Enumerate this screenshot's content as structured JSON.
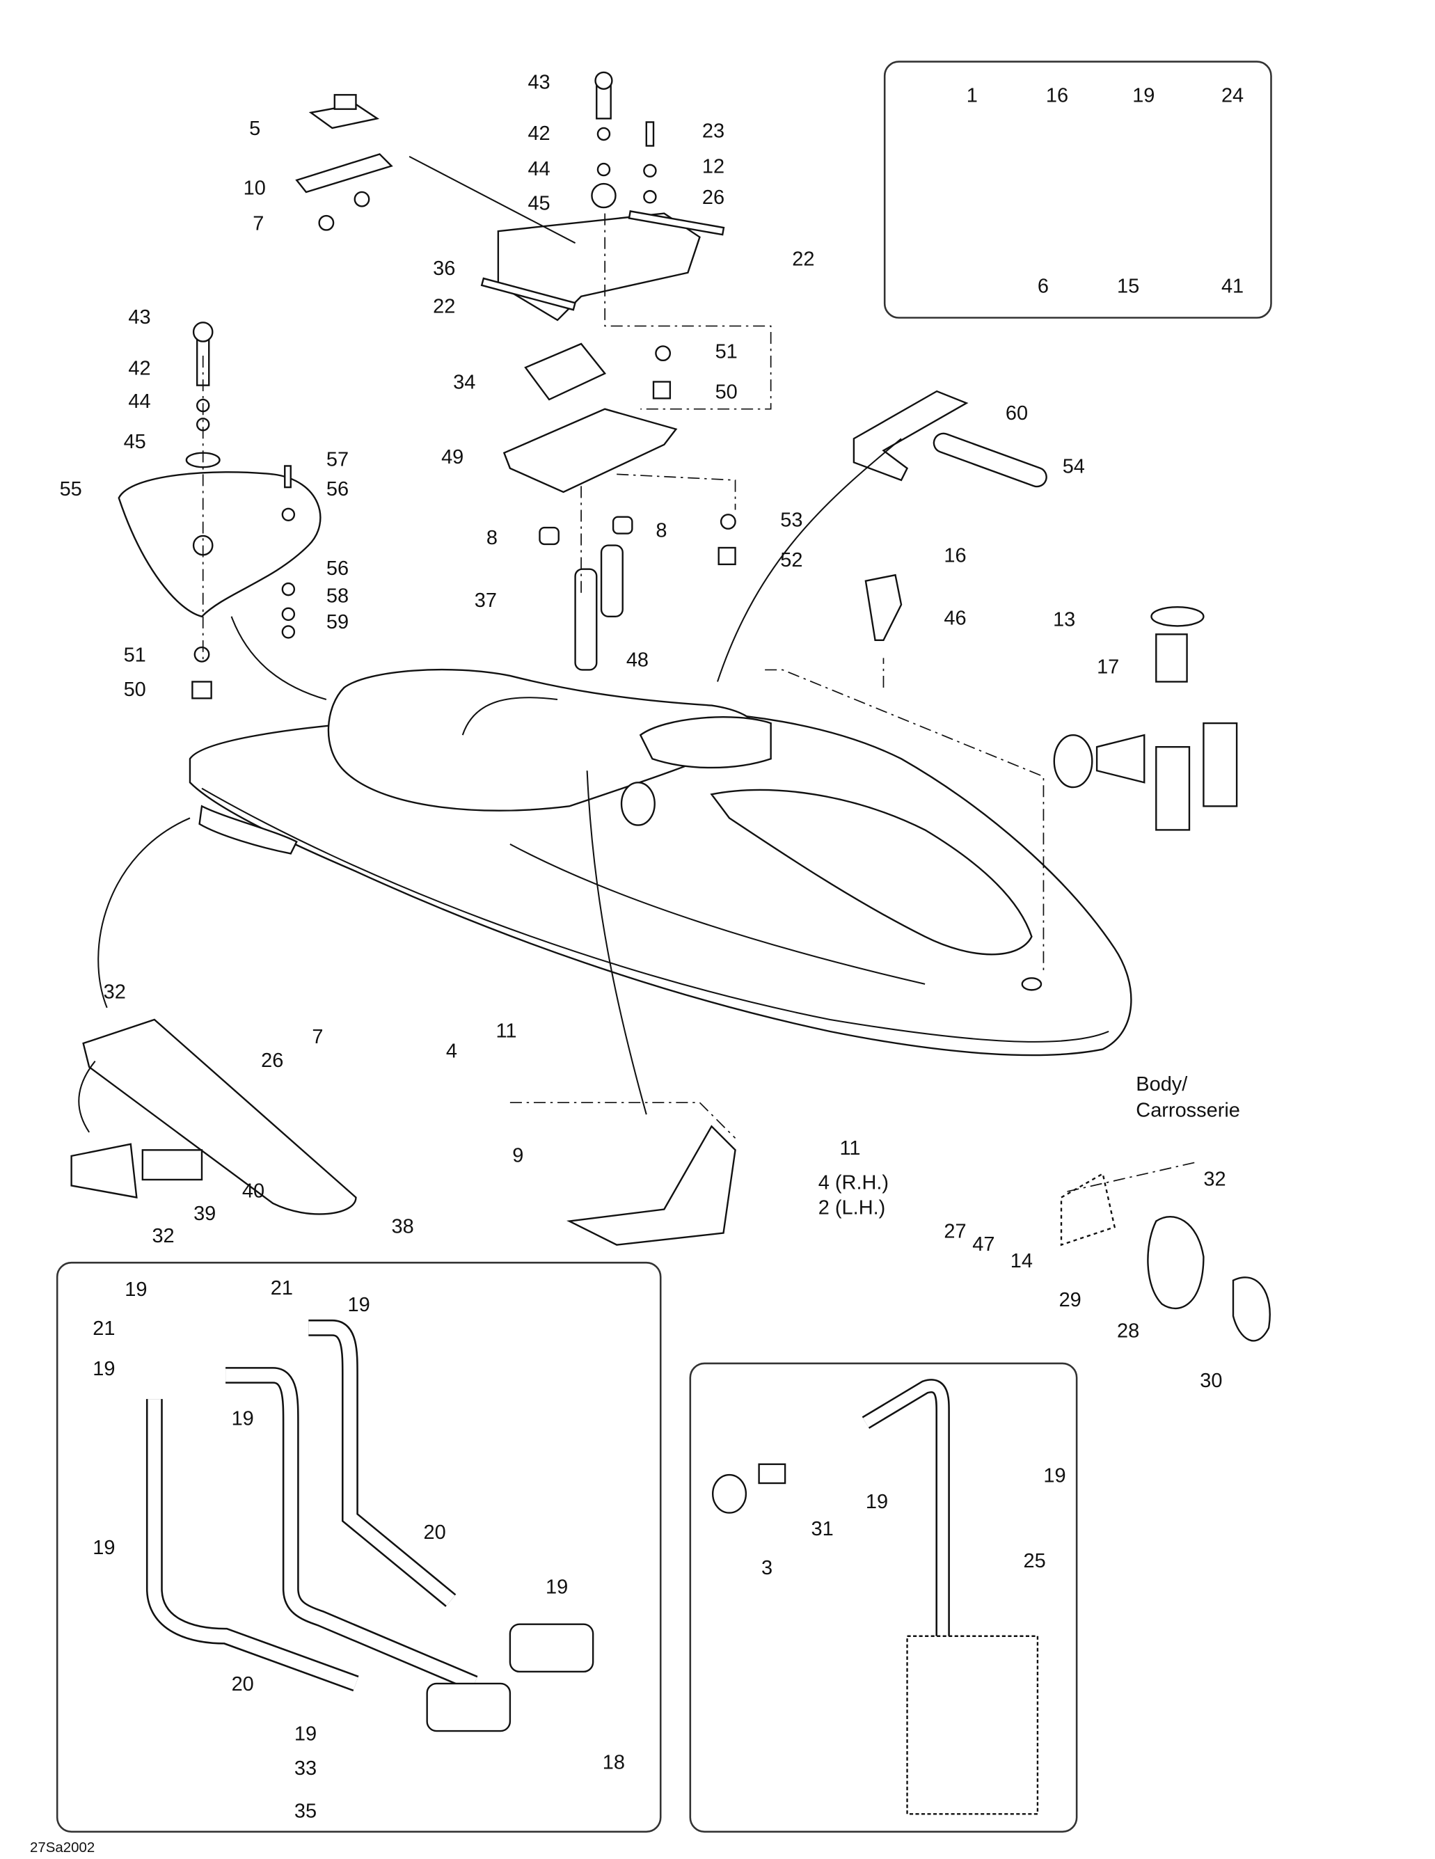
{
  "diagram": {
    "figure_code": "27Sa2002",
    "body_label_line1": "Body/",
    "body_label_line2": "Carrosserie",
    "callouts": [
      "43",
      "42",
      "44",
      "45",
      "23",
      "12",
      "26",
      "5",
      "10",
      "7",
      "36",
      "22",
      "22",
      "51",
      "34",
      "50",
      "49",
      "8",
      "8",
      "53",
      "52",
      "37",
      "48",
      "43",
      "42",
      "44",
      "45",
      "57",
      "56",
      "55",
      "56",
      "58",
      "59",
      "51",
      "50",
      "60",
      "54",
      "16",
      "46",
      "13",
      "17",
      "1",
      "16",
      "19",
      "24",
      "6",
      "15",
      "41",
      "32",
      "7",
      "26",
      "4",
      "11",
      "9",
      "11",
      "4 (R.H.)",
      "2 (L.H.)",
      "40",
      "39",
      "38",
      "32",
      "32",
      "27",
      "47",
      "14",
      "29",
      "28",
      "30",
      "19",
      "21",
      "19",
      "21",
      "19",
      "19",
      "20",
      "19",
      "19",
      "20",
      "19",
      "33",
      "18",
      "35",
      "19",
      "19",
      "31",
      "25",
      "3"
    ]
  }
}
